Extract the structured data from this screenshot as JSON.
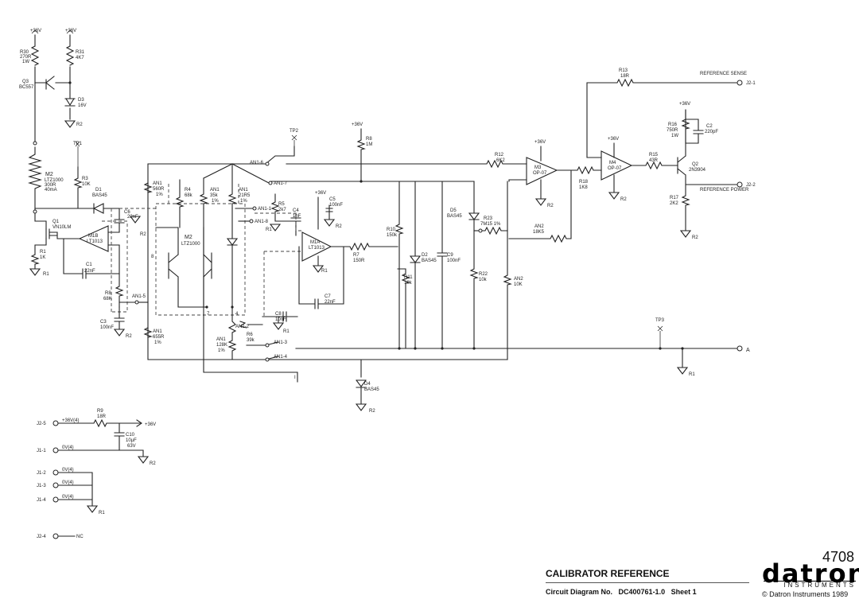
{
  "title_block": {
    "sheet_number": "4708",
    "title": "CALIBRATOR REFERENCE",
    "diagram_label": "Circuit Diagram No.",
    "diagram_number": "DC400761-1.0",
    "sheet": "Sheet 1",
    "logo_text": "datron",
    "logo_subtext": "INSTRUMENTS",
    "copyright": "© Datron Instruments 1989"
  },
  "labels": {
    "rail_36v": "+36V",
    "r30": "R30",
    "r30_val": "270R",
    "r30_val2": "1W",
    "r31": "R31",
    "r31_val": "4K7",
    "q3": "Q3",
    "q3_val": "BC557",
    "d3": "D3",
    "d3_val": "16V",
    "gnd_r2": "R2",
    "tp1": "TP1",
    "m2_left": "M2",
    "m2_left_val": "LTZ1000",
    "m2_left_val2": "300R",
    "m2_left_val3": "40mA",
    "r3": "R3",
    "r3_val": "10K",
    "d1": "D1",
    "d1_val": "BAS45",
    "q1": "Q1",
    "q1_val": "VN10LM",
    "m1b": "M1B",
    "m1b_val": "LT1013",
    "r1": "R1",
    "r1_val": "1K",
    "gnd_r1": "R1",
    "c1": "C1",
    "c1_val": "22nF",
    "c6": "C6",
    "c6_val": "22nF",
    "r8": "R8",
    "r8_val": "68K",
    "c3": "C3",
    "c3_val": "100nF",
    "an1_a": "AN1",
    "an1_a_val": "560R",
    "an1_a_val2": "1%",
    "r4": "R4",
    "r4_val": "68k",
    "an1_b": "AN1",
    "an1_b_val": "35k",
    "an1_b_val2": "1%",
    "an1_c": "AN1",
    "an1_c_val": "21R5",
    "an1_c_val2": "1%",
    "m2_center": "M2",
    "m2_center_val": "LTZ1000",
    "an1_d": "AN1",
    "an1_d_val": "655R",
    "an1_d_val2": "1%",
    "an1_e": "AN1",
    "an1_e_val": "128K",
    "an1_e_val2": "1%",
    "r6": "R6",
    "r6_val": "39k",
    "tp2": "TP2",
    "r5": "R5",
    "r5_val": "2k7",
    "c4": "C4",
    "c4_val": "1nF",
    "c5": "C5",
    "c5_val": "100nF",
    "m1a": "M1A",
    "m1a_val": "LT1013",
    "c8": "C8",
    "c8_val": "10nF",
    "c7": "C7",
    "c7_val": "22nF",
    "r7": "R7",
    "r7_val": "150R",
    "r8b": "R8",
    "r8b_val": "1M",
    "r10": "R10",
    "r10_val": "150k",
    "r11": "R11",
    "r11_val": "10k",
    "d2": "D2",
    "d2_val": "BAS45",
    "c9": "C9",
    "c9_val": "100nF",
    "d5": "D5",
    "d5_val": "BAS45",
    "r22": "R22",
    "r22_val": "10k",
    "d4": "D4",
    "d4_val": "BAS45",
    "r12": "R12",
    "r12_val": "6K2",
    "m3": "M3",
    "m3_val": "OP-07",
    "r23": "R23",
    "r23_val": "7M15 1%",
    "an2_a": "AN2",
    "an2_a_val": "18K5",
    "an2_b": "AN2",
    "an2_b_val": "10K",
    "r18": "R18",
    "r18_val": "1K8",
    "r13": "R13",
    "r13_val": "18R",
    "m4": "M4",
    "m4_val": "OP-07",
    "r15": "R15",
    "r15_val": "43R",
    "q2": "Q2",
    "q2_val": "2N3904",
    "r16": "R16",
    "r16_val": "750R",
    "r16_val2": "1W",
    "c2": "C2",
    "c2_val": "220pF",
    "r17": "R17",
    "r17_val": "2K2",
    "ref_sense": "REFERENCE SENSE",
    "j2_1": "J2-1",
    "ref_power": "REFERENCE POWER",
    "j2_2": "J2-2",
    "tp3": "TP3",
    "node_a": "A",
    "an1_pins": [
      "AN1-6",
      "AN1-7",
      "AN1-1",
      "AN1-8",
      "AN1-5",
      "AN1-2",
      "AN1-3",
      "AN1-4"
    ],
    "r9": "R9",
    "r9_val": "18R",
    "c10": "C10",
    "c10_val": "10µF",
    "c10_val2": "63V",
    "j2_5": "J2-5",
    "j2_5_net": "+36V(4)",
    "r9_out": "+36V",
    "j1_1": "J1-1",
    "j1_1_net": "0V(4)",
    "j1_2": "J1-2",
    "j1_2_net": "0V(4)",
    "j1_3": "J1-3",
    "j1_3_net": "0V(4)",
    "j1_4": "J1-4",
    "j1_4_net": "0V(4)",
    "j2_4": "J2-4",
    "j2_4_net": "NC"
  }
}
